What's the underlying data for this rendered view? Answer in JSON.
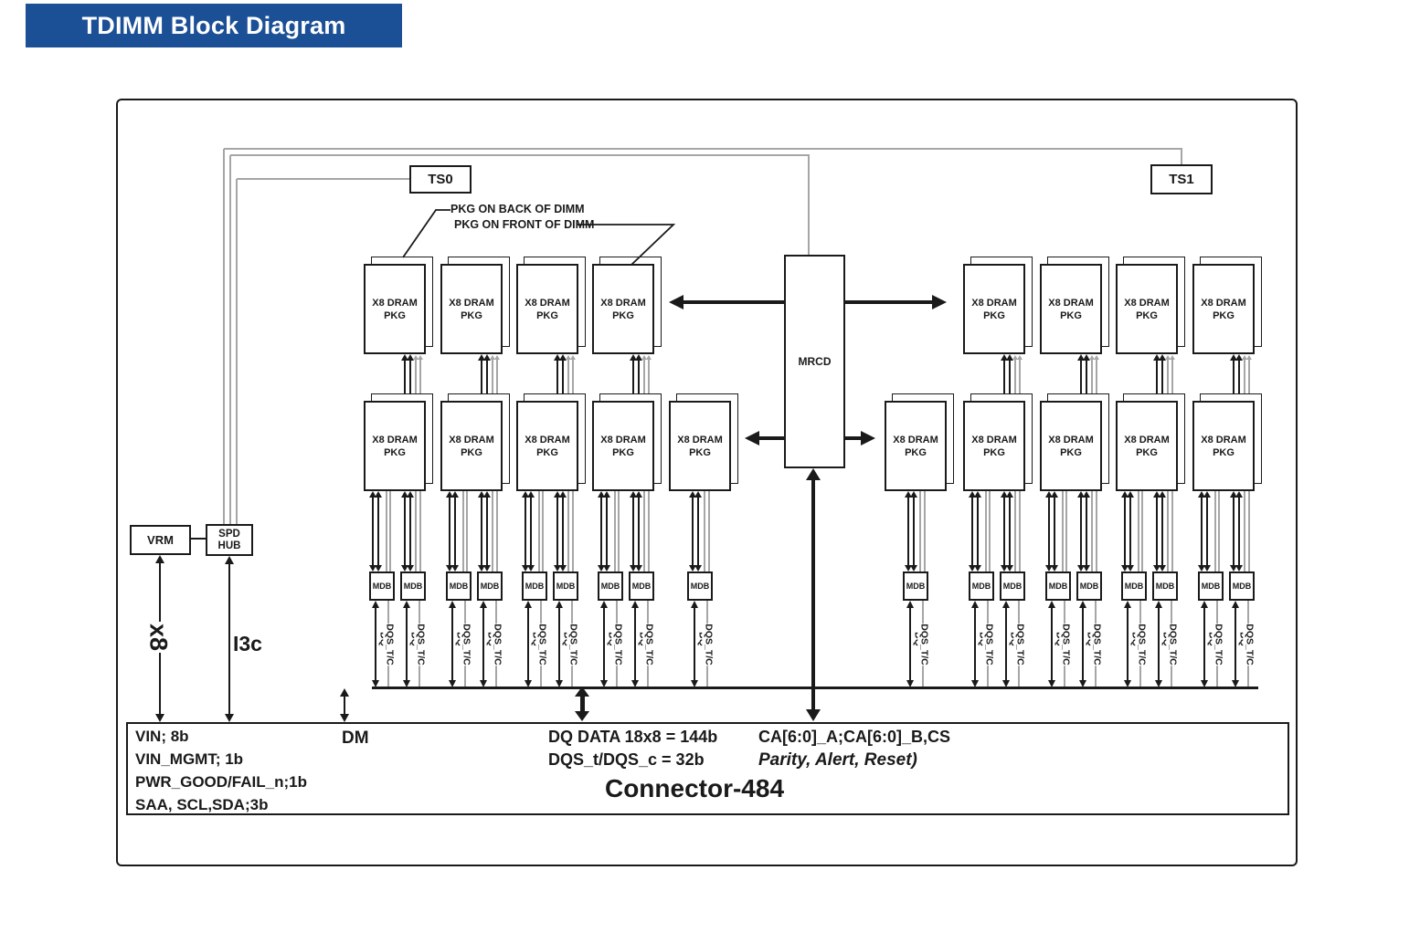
{
  "header": {
    "title": "TDIMM Block Diagram"
  },
  "colors": {
    "accent_blue": "#1b4f96",
    "wire_gray": "#a6a6a6",
    "line_black": "#1a1a1a"
  },
  "boxes": {
    "ts0": "TS0",
    "ts1": "TS1",
    "mrcd": "MRCD",
    "vrm": "VRM",
    "spd_line1": "SPD",
    "spd_line2": "HUB"
  },
  "annotations": {
    "pkg_back": "PKG ON BACK OF DIMM",
    "pkg_front": "PKG ON FRONT OF DIMM",
    "x8": "x8",
    "i3c": "I3c",
    "dm": "DM"
  },
  "dram": {
    "label_line1": "X8 DRAM",
    "label_line2": "PKG",
    "mdb_label": "MDB",
    "dq_label": "DQ",
    "dqs_label": "DQS_T/C",
    "row1_left_x": [
      398,
      482,
      565,
      648
    ],
    "row1_right_x": [
      1054,
      1138,
      1221,
      1305
    ],
    "row2_left_x": [
      398,
      482,
      565,
      648,
      732
    ],
    "row2_right_x": [
      968,
      1054,
      1138,
      1221,
      1305
    ],
    "single_mdb_groups": [
      732,
      968
    ]
  },
  "connector": {
    "left_lines": [
      "VIN; 8b",
      "VIN_MGMT; 1b",
      "PWR_GOOD/FAIL_n;1b",
      "SAA, SCL,SDA;3b"
    ],
    "dq_lines": [
      "DQ DATA 18x8 = 144b",
      "DQS_t/DQS_c =  32b"
    ],
    "ca_lines": [
      "CA[6:0]_A;CA[6:0]_B,CS",
      "Parity, Alert, Reset)"
    ],
    "title": "Connector-484"
  }
}
